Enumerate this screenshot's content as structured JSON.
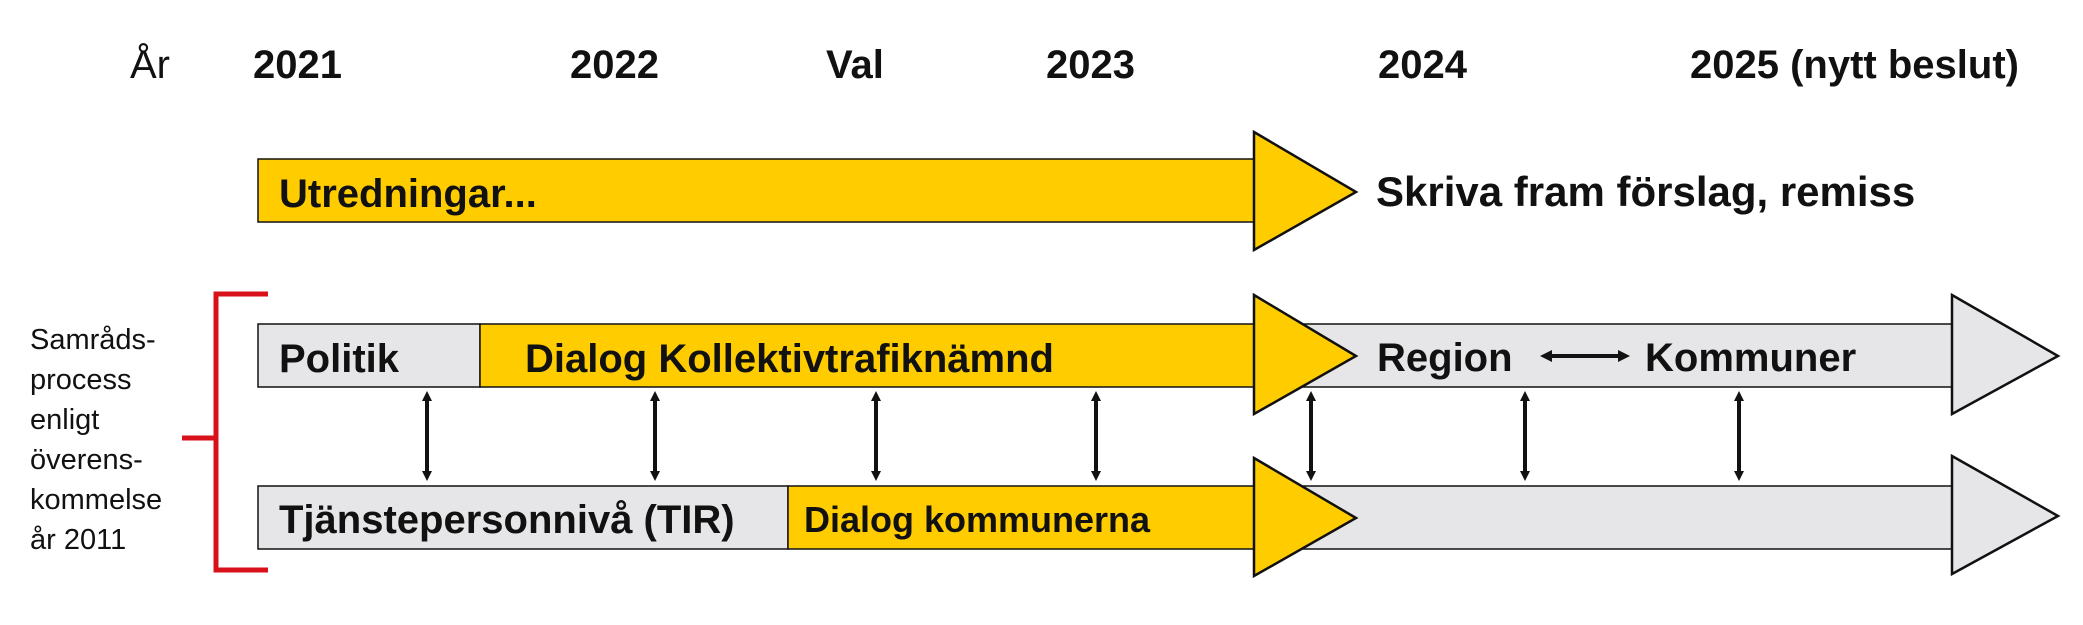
{
  "timeline": {
    "year_label": "År",
    "years": [
      "2021",
      "2022",
      "Val",
      "2023",
      "2024",
      "2025 (nytt beslut)"
    ]
  },
  "utredning": {
    "bar_label": "Utredningar...",
    "next_label": "Skriva fram förslag, remiss"
  },
  "politik": {
    "start_label": "Politik",
    "dialog_label": "Dialog Kollektivtrafiknämnd",
    "region_label": "Region",
    "kommuner_label": "Kommuner"
  },
  "tjanstepersoner": {
    "start_label": "Tjänstepersonnivå (TIR)",
    "dialog_label": "Dialog kommunerna"
  },
  "side_note": {
    "lines": [
      "Samråds-",
      "process",
      "enligt",
      "överens-",
      "kommelse",
      "år 2011"
    ]
  },
  "colors": {
    "yellow": "#FFCC00",
    "grey": "#E6E6E8",
    "red": "#D7101A",
    "stroke": "#111111",
    "election": "#D7101A"
  }
}
